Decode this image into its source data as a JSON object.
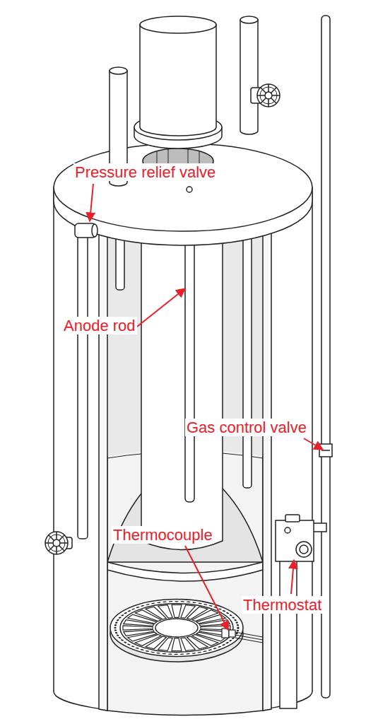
{
  "diagram": {
    "labels": [
      "Pressure relief valve",
      "Anode rod",
      "Gas control valve",
      "Thermocouple",
      "Thermostat"
    ]
  }
}
